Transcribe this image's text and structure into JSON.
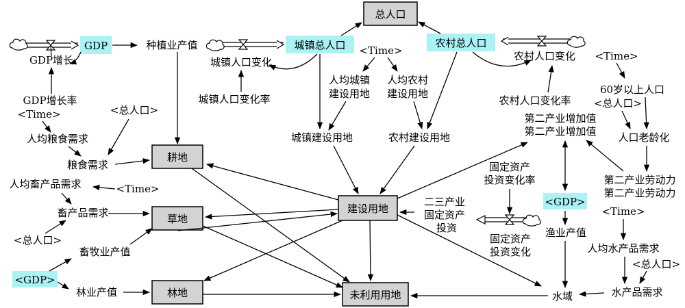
{
  "stocks": {
    "total_population": "总人口",
    "cultivated_land": "耕地",
    "grassland": "草地",
    "forest_land": "林地",
    "construction_land": "建设用地",
    "unused_land": "未利用用地"
  },
  "highlighted": {
    "gdp": "GDP",
    "urban_population": "城镇总人口",
    "rural_population": "农村总人口",
    "gdp_shadow_1": "<GDP>",
    "gdp_shadow_2": "<GDP>"
  },
  "variables": {
    "gdp_growth": "GDP增长",
    "gdp_growth_rate": "GDP增长率",
    "time_1": "<Time>",
    "planting_output": "种植业产值",
    "urban_pop_change": "城镇人口变化",
    "urban_pop_change_rate": "城镇人口变化率",
    "time_2": "<Time>",
    "urban_land_per_capita_1": "人均城镇",
    "urban_land_per_capita_2": "建设用地",
    "rural_land_per_capita_1": "人均农村",
    "rural_land_per_capita_2": "建设用地",
    "urban_construction_land": "城镇建设用地",
    "rural_construction_land": "农村建设用地",
    "rural_pop_change": "农村人口变化",
    "rural_pop_change_rate": "农村人口变化率",
    "time_3": "<Time>",
    "over_60_pop": "60岁以上人口",
    "total_pop_shadow_3": "<总人口>",
    "aging": "人口老龄化",
    "secondary_value_added_1": "第二产业增加值",
    "secondary_value_added_2": "第二产业增加值",
    "secondary_labor_1": "第二产业劳动力",
    "secondary_labor_2": "第二产业劳动力",
    "time_6": "<Time>",
    "total_pop_shadow_1": "<总人口>",
    "grain_per_capita": "人均粮食需求",
    "grain_demand": "粮食需求",
    "livestock_per_capita": "人均畜产品需求",
    "time_4": "<Time>",
    "livestock_demand": "畜产品需求",
    "total_pop_shadow_2": "<总人口>",
    "animal_husbandry_output": "畜牧业产值",
    "forestry_output": "林业产值",
    "fixed_asset_rate_1": "固定资产",
    "fixed_asset_rate_2": "投资变化率",
    "fixed_asset_1": "二三产业",
    "fixed_asset_2": "固定资产",
    "fixed_asset_3": "投资",
    "fixed_asset_change_1": "固定资产",
    "fixed_asset_change_2": "投资变化",
    "fishery_output": "渔业产值",
    "aquatic_per_capita": "人均水产品需求",
    "total_pop_shadow_4": "<总人口>",
    "aquatic_demand": "水产品需求",
    "water_area": "水域"
  },
  "icons": {
    "cloud": "cloud-icon",
    "valve": "valve-icon"
  }
}
